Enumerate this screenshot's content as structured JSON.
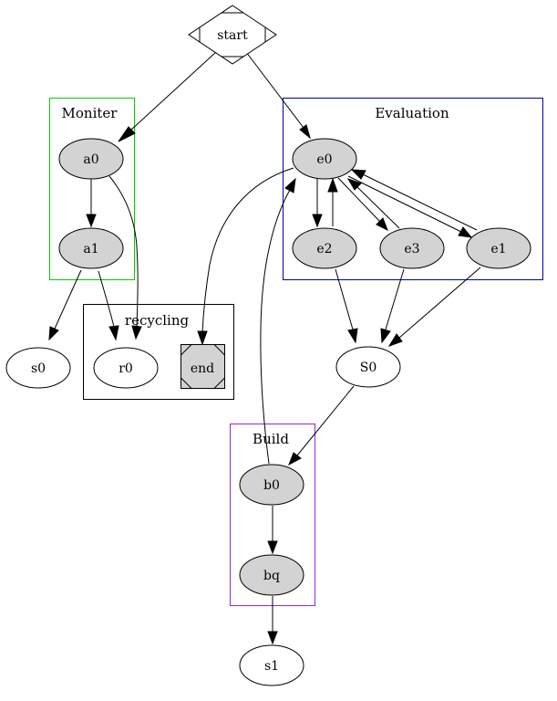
{
  "graph": {
    "clusters": [
      {
        "id": "moniter",
        "label": "Moniter",
        "color": "#00cc00"
      },
      {
        "id": "evaluation",
        "label": "Evaluation",
        "color": "#0000aa"
      },
      {
        "id": "recycling",
        "label": "recycling",
        "color": "#000000"
      },
      {
        "id": "build",
        "label": "Build",
        "color": "#8a2be2"
      }
    ],
    "nodes": [
      {
        "id": "start",
        "label": "start",
        "shape": "Mdiamond",
        "filled": false
      },
      {
        "id": "a0",
        "label": "a0",
        "shape": "ellipse",
        "filled": true,
        "cluster": "moniter"
      },
      {
        "id": "a1",
        "label": "a1",
        "shape": "ellipse",
        "filled": true,
        "cluster": "moniter"
      },
      {
        "id": "e0",
        "label": "e0",
        "shape": "ellipse",
        "filled": true,
        "cluster": "evaluation"
      },
      {
        "id": "e2",
        "label": "e2",
        "shape": "ellipse",
        "filled": true,
        "cluster": "evaluation"
      },
      {
        "id": "e3",
        "label": "e3",
        "shape": "ellipse",
        "filled": true,
        "cluster": "evaluation"
      },
      {
        "id": "e1",
        "label": "e1",
        "shape": "ellipse",
        "filled": true,
        "cluster": "evaluation"
      },
      {
        "id": "s0",
        "label": "s0",
        "shape": "ellipse",
        "filled": false
      },
      {
        "id": "r0",
        "label": "r0",
        "shape": "ellipse",
        "filled": false,
        "cluster": "recycling"
      },
      {
        "id": "end",
        "label": "end",
        "shape": "Msquare",
        "filled": true,
        "cluster": "recycling"
      },
      {
        "id": "S0",
        "label": "S0",
        "shape": "ellipse",
        "filled": false
      },
      {
        "id": "b0",
        "label": "b0",
        "shape": "ellipse",
        "filled": true,
        "cluster": "build"
      },
      {
        "id": "bq",
        "label": "bq",
        "shape": "ellipse",
        "filled": true,
        "cluster": "build"
      },
      {
        "id": "s1",
        "label": "s1",
        "shape": "ellipse",
        "filled": false
      }
    ],
    "edges": [
      {
        "from": "start",
        "to": "a0"
      },
      {
        "from": "start",
        "to": "e0"
      },
      {
        "from": "a0",
        "to": "a1"
      },
      {
        "from": "a0",
        "to": "r0"
      },
      {
        "from": "a1",
        "to": "s0"
      },
      {
        "from": "a1",
        "to": "r0"
      },
      {
        "from": "e0",
        "to": "e2"
      },
      {
        "from": "e2",
        "to": "e0"
      },
      {
        "from": "e0",
        "to": "e3"
      },
      {
        "from": "e3",
        "to": "e0"
      },
      {
        "from": "e0",
        "to": "e1"
      },
      {
        "from": "e1",
        "to": "e0"
      },
      {
        "from": "e0",
        "to": "end"
      },
      {
        "from": "e2",
        "to": "S0"
      },
      {
        "from": "e3",
        "to": "S0"
      },
      {
        "from": "e1",
        "to": "S0"
      },
      {
        "from": "S0",
        "to": "b0"
      },
      {
        "from": "b0",
        "to": "e0"
      },
      {
        "from": "b0",
        "to": "bq"
      },
      {
        "from": "bq",
        "to": "s1"
      }
    ]
  }
}
